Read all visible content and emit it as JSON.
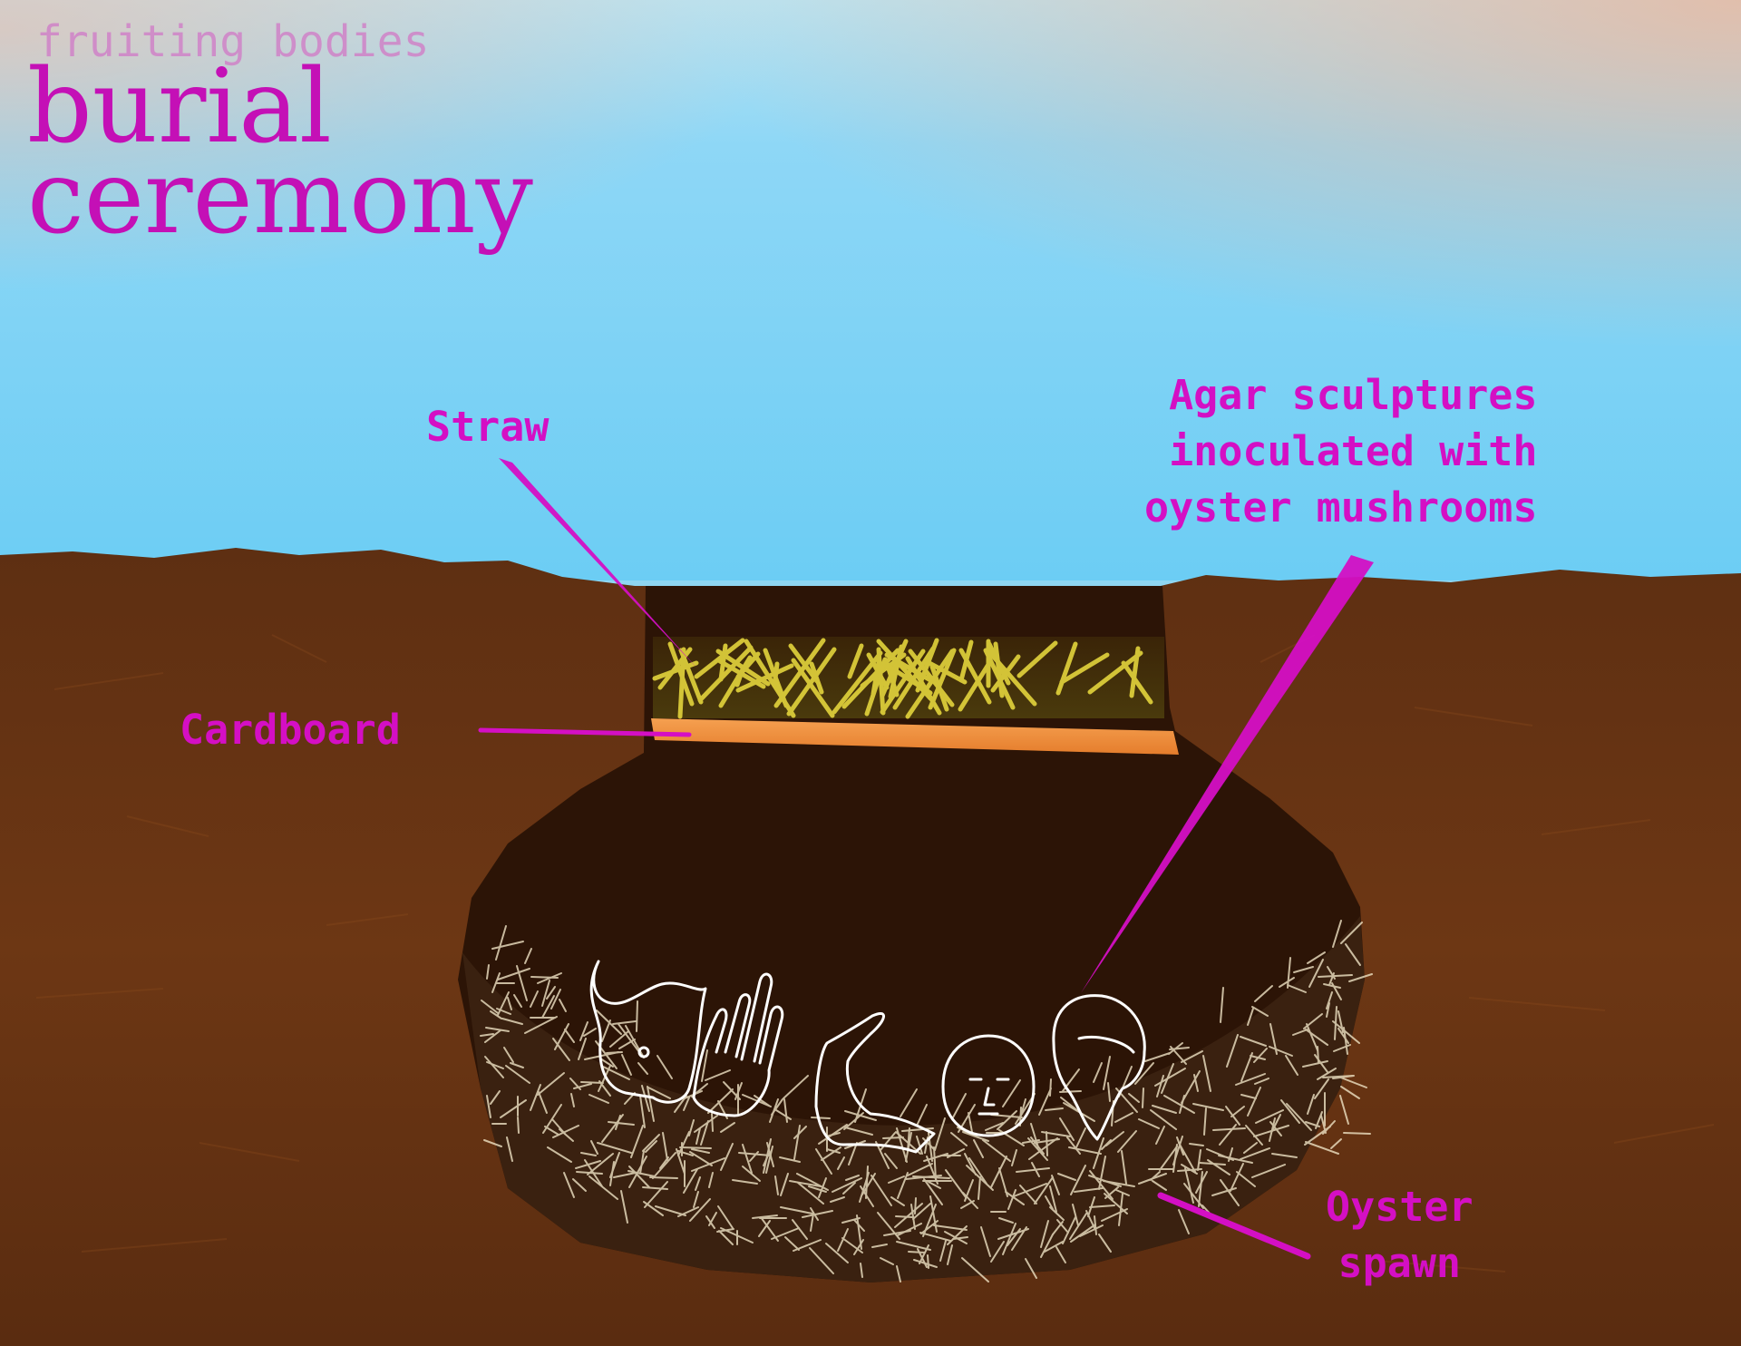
{
  "header": {
    "supertitle": "fruiting bodies",
    "title_line1": "burial",
    "title_line2": "ceremony"
  },
  "labels": {
    "straw": "Straw",
    "cardboard": "Cardboard",
    "agar_line1": "Agar sculptures",
    "agar_line2": "inoculated with",
    "agar_line3": "oyster mushrooms",
    "spawn_line1": "Oyster",
    "spawn_line2": "spawn"
  },
  "colors": {
    "accent": "#d40fc4",
    "title": "#c410b6",
    "supertitle": "#d083c8",
    "sky": "#8fd6f2",
    "soil": "#6b3612",
    "pit": "#2c1406",
    "straw": "#e0d03a",
    "cardboard": "#f08f3c",
    "spawn": "#efe3c4",
    "sculpture_outline": "#ffffff"
  }
}
